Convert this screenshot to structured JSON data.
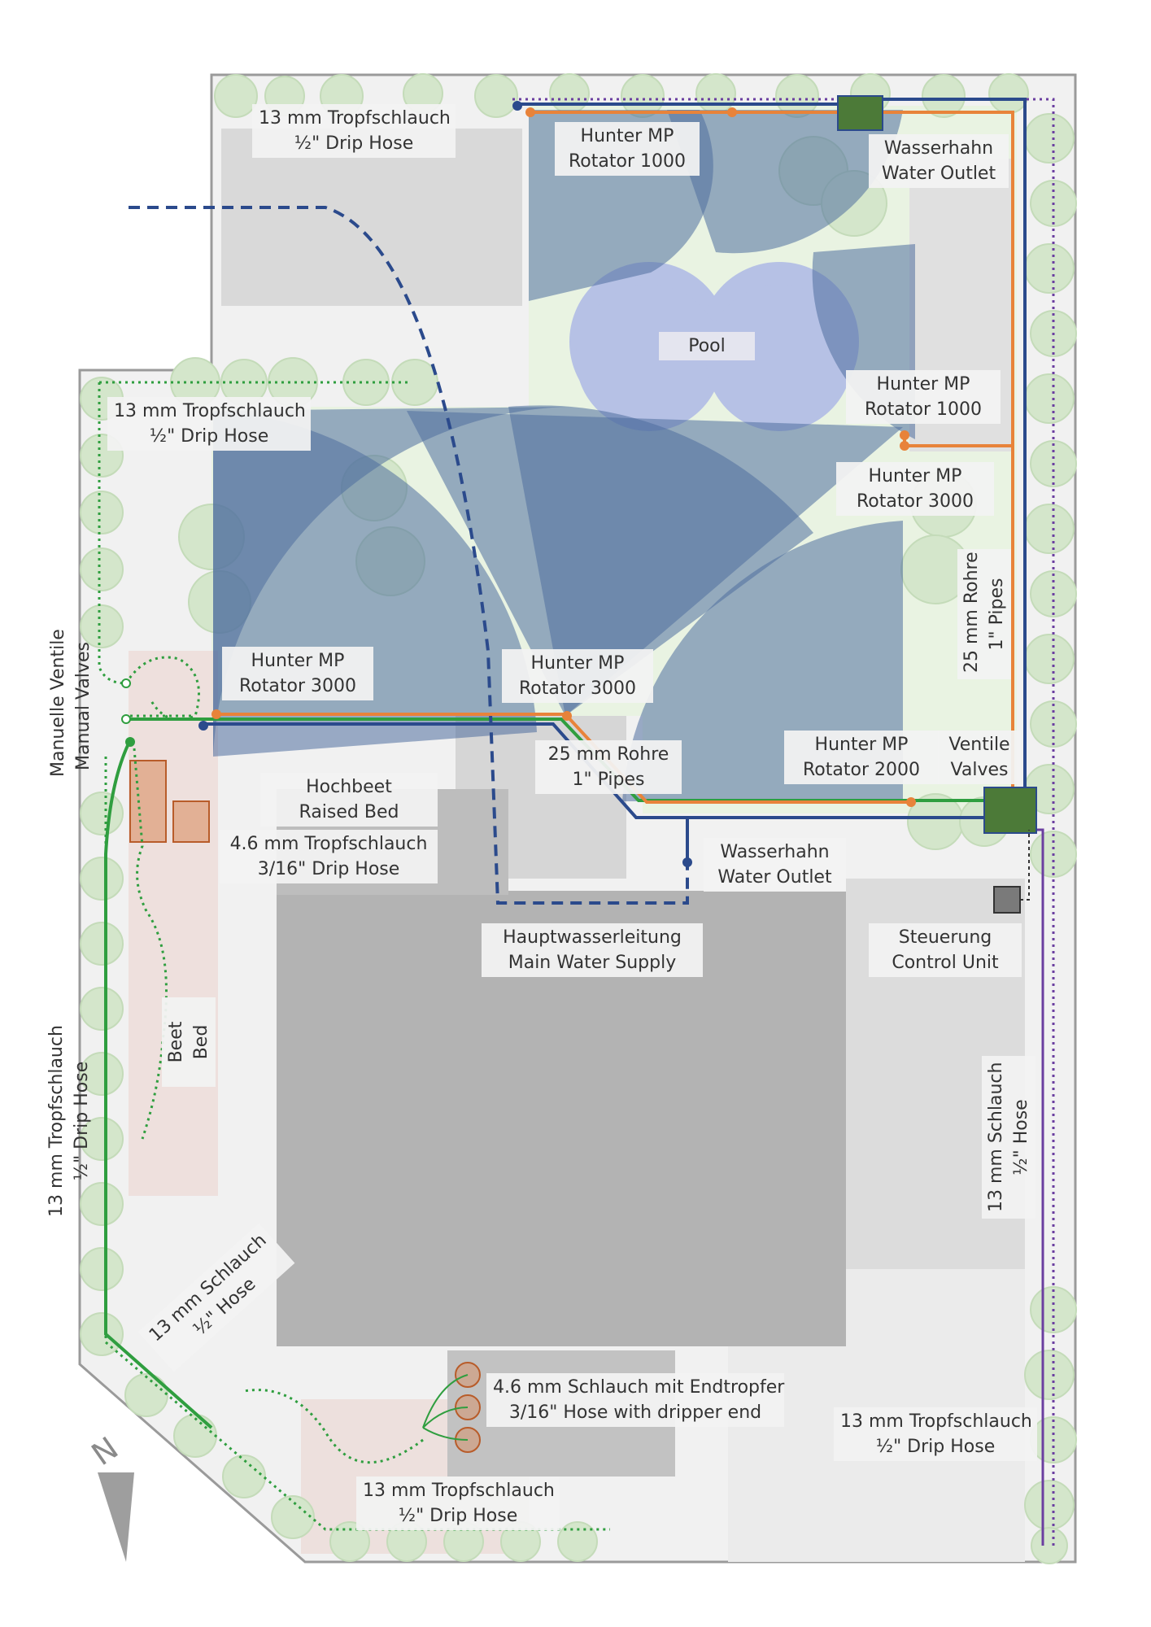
{
  "colors": {
    "house": "#b3b3b3",
    "paving": "#d9d9d9",
    "lawn": "#e9f3e2",
    "hedge": "#d4e6cb",
    "spray": "#5b79a8",
    "pool": "#aeb9e6",
    "pipe_orange": "#e8833a",
    "pipe_blue": "#2b4a8c",
    "drip_green": "#2f9e3f",
    "hose_purple": "#6b3fa0",
    "bed_brown": "#b87333",
    "valve_box": "#4c7a38"
  },
  "labels": {
    "drip_top": {
      "de": "13 mm Tropfschlauch",
      "en": "½\" Drip Hose"
    },
    "rotator_top": {
      "de": "Hunter MP",
      "en": "Rotator 1000"
    },
    "water_outlet_top": {
      "de": "Wasserhahn",
      "en": "Water Outlet"
    },
    "pool": {
      "text": "Pool"
    },
    "rotator_1000_b": {
      "de": "Hunter MP",
      "en": "Rotator 1000"
    },
    "drip_left": {
      "de": "13 mm Tropfschlauch",
      "en": "½\" Drip Hose"
    },
    "rotator_3000_r": {
      "de": "Hunter MP",
      "en": "Rotator 3000"
    },
    "pipes_vertical": {
      "de": "25 mm Rohre",
      "en": "1\" Pipes"
    },
    "manual_valves": {
      "de": "Manuelle Ventile",
      "en": "Manual Valves"
    },
    "rotator_3000_l": {
      "de": "Hunter MP",
      "en": "Rotator 3000"
    },
    "rotator_3000_c": {
      "de": "Hunter MP",
      "en": "Rotator 3000"
    },
    "rotator_2000": {
      "de": "Hunter MP",
      "en": "Rotator 2000"
    },
    "valves": {
      "de": "Ventile",
      "en": "Valves"
    },
    "pipes_mid": {
      "de": "25 mm Rohre",
      "en": "1\" Pipes"
    },
    "raised_bed": {
      "de": "Hochbeet",
      "en": "Raised Bed"
    },
    "drip_46": {
      "de": "4.6 mm Tropfschlauch",
      "en": "3/16\" Drip Hose"
    },
    "water_outlet_mid": {
      "de": "Wasserhahn",
      "en": "Water Outlet"
    },
    "main_supply": {
      "de": "Hauptwasserleitung",
      "en": "Main Water Supply"
    },
    "control_unit": {
      "de": "Steuerung",
      "en": "Control Unit"
    },
    "bed": {
      "de": "Beet",
      "en": "Bed"
    },
    "drip_vertical": {
      "de": "13 mm Tropfschlauch",
      "en": "½\" Drip Hose"
    },
    "hose_right": {
      "de": "13 mm Schlauch",
      "en": "½\" Hose"
    },
    "hose_diag": {
      "de": "13 mm Schlauch",
      "en": "½\" Hose"
    },
    "dripper_end": {
      "de": "4.6 mm Schlauch mit Endtropfer",
      "en": "3/16\" Hose with dripper end"
    },
    "drip_right": {
      "de": "13 mm Tropfschlauch",
      "en": "½\" Drip Hose"
    },
    "drip_bottom": {
      "de": "13 mm Tropfschlauch",
      "en": "½\" Drip Hose"
    },
    "north": {
      "text": "N"
    }
  }
}
